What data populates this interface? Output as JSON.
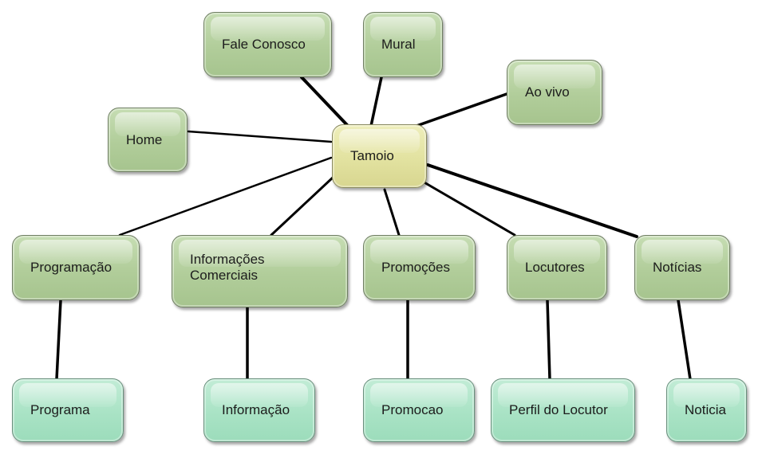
{
  "nodes": {
    "tamoio": "Tamoio",
    "fale_conosco": "Fale Conosco",
    "mural": "Mural",
    "ao_vivo": "Ao vivo",
    "home": "Home",
    "programacao": "Programação",
    "informacoes_comerciais": "Informações\nComerciais",
    "promocoes": "Promoções",
    "locutores": "Locutores",
    "noticias": "Notícias",
    "programa": "Programa",
    "informacao": "Informação",
    "promocao": "Promocao",
    "perfil_do_locutor": "Perfil do Locutor",
    "noticia": "Noticia"
  },
  "colors": {
    "root_fill": "#e2e2a0",
    "level1_fill": "#b1cd9a",
    "leaf_fill": "#a9e3c5",
    "connector": "#000000"
  }
}
